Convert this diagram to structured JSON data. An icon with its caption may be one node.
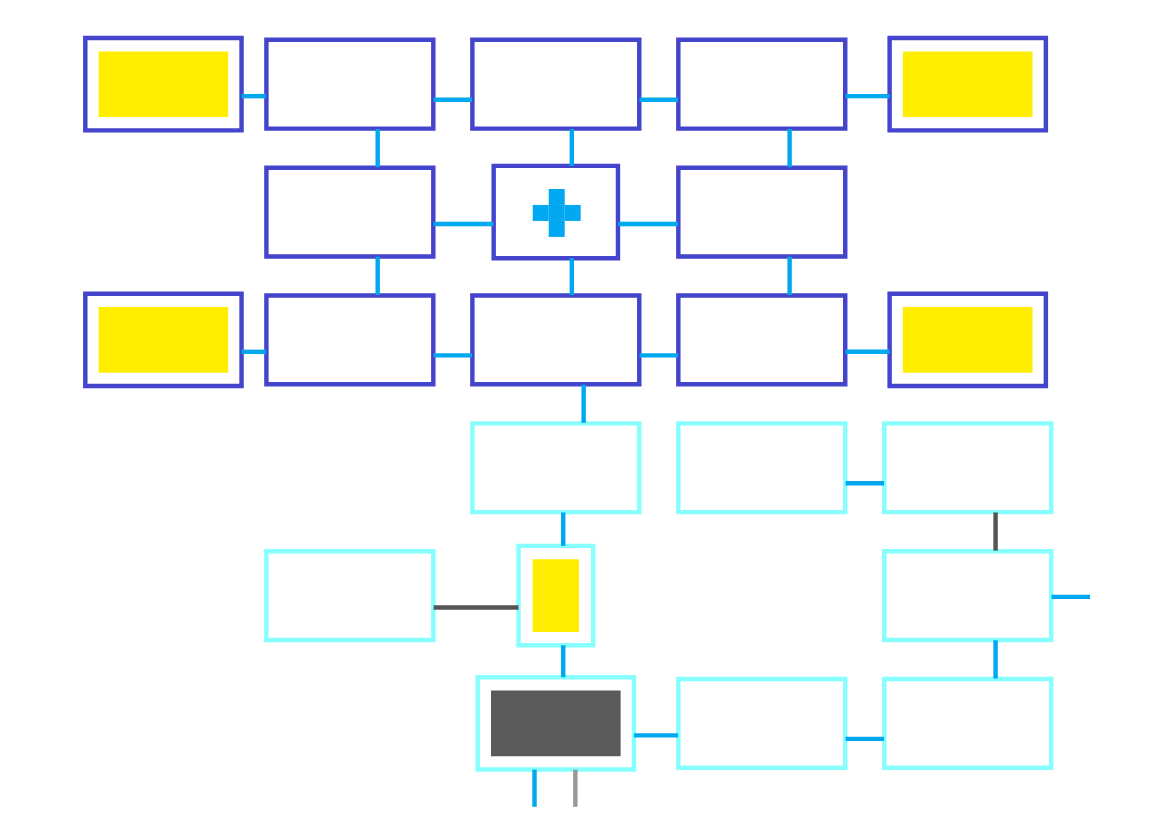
{
  "diagram": {
    "nodes": [
      {
        "text": [],
        "shape": "box"
      },
      {
        "text": [],
        "shape": "box",
        "in": 0
      },
      {
        "text": [],
        "shape": "box"
      },
      {
        "text": [],
        "shape": "box"
      },
      {
        "text": [],
        "shape": "box"
      },
      {
        "text": [],
        "shape": "box"
      },
      {
        "text": [],
        "shape": "box",
        "in": 5
      },
      {
        "text": [],
        "shape": "box"
      },
      {
        "text": [],
        "shape": "box"
      },
      {
        "text": [],
        "shape": "cross",
        "in": 8
      },
      {
        "text": [],
        "shape": "box"
      },
      {
        "text": [],
        "shape": "box"
      },
      {
        "text": [],
        "shape": "box",
        "in": 11
      },
      {
        "text": [],
        "shape": "box"
      },
      {
        "text": [],
        "shape": "box"
      },
      {
        "text": [],
        "shape": "box"
      },
      {
        "text": [],
        "shape": "box"
      },
      {
        "text": [],
        "shape": "box",
        "in": 16
      },
      {
        "text": [],
        "shape": "box"
      },
      {
        "text": [],
        "shape": "box"
      },
      {
        "text": [],
        "shape": "box"
      },
      {
        "text": [],
        "shape": "box"
      },
      {
        "text": [],
        "shape": "box"
      },
      {
        "text": [],
        "shape": "box",
        "in": 22
      },
      {
        "text": [],
        "shape": "box"
      },
      {
        "text": [],
        "shape": "box"
      },
      {
        "text": [],
        "shape": "box",
        "in": 25
      },
      {
        "text": [],
        "shape": "box"
      },
      {
        "text": [],
        "shape": "box"
      }
    ],
    "edges": [
      {
        "from": 0,
        "to": 2,
        "arrow": "none"
      },
      {
        "from": 2,
        "to": 3,
        "arrow": "none"
      },
      {
        "from": 3,
        "to": 4,
        "arrow": "none"
      },
      {
        "from": 4,
        "to": 5,
        "arrow": "none"
      },
      {
        "from": 2,
        "to": 7,
        "arrow": "none"
      },
      {
        "from": 3,
        "to": 8,
        "arrow": "none"
      },
      {
        "from": 4,
        "to": 10,
        "arrow": "none"
      },
      {
        "from": 7,
        "to": 8,
        "arrow": "none"
      },
      {
        "from": 8,
        "to": 10,
        "arrow": "none"
      },
      {
        "from": 7,
        "to": 13,
        "arrow": "none"
      },
      {
        "from": 8,
        "to": 14,
        "arrow": "none"
      },
      {
        "from": 10,
        "to": 15,
        "arrow": "none"
      },
      {
        "from": 11,
        "to": 13,
        "arrow": "none"
      },
      {
        "from": 13,
        "to": 14,
        "arrow": "none"
      },
      {
        "from": 14,
        "to": 15,
        "arrow": "none"
      },
      {
        "from": 15,
        "to": 16,
        "arrow": "none"
      },
      {
        "from": 14,
        "to": 18,
        "arrow": "none"
      },
      {
        "from": 19,
        "to": 20,
        "arrow": "none"
      },
      {
        "from": 20,
        "to": 24,
        "arrow": "none",
        "color": "#555555"
      },
      {
        "from": 18,
        "to": 22,
        "arrow": "none"
      },
      {
        "from": 21,
        "to": 22,
        "arrow": "none",
        "color": "#555555"
      },
      {
        "from": 22,
        "to": 25,
        "arrow": "none"
      },
      {
        "from": 24,
        "to": 28,
        "arrow": "none"
      },
      {
        "from": 25,
        "to": 27,
        "arrow": "none"
      },
      {
        "from": 27,
        "to": 28,
        "arrow": "none"
      },
      {
        "from": 24,
        "to": null,
        "arrow": "none"
      },
      {
        "from": 25,
        "to": null,
        "arrow": "none"
      },
      {
        "from": 25,
        "to": null,
        "arrow": "none",
        "color": "#999999"
      }
    ]
  }
}
